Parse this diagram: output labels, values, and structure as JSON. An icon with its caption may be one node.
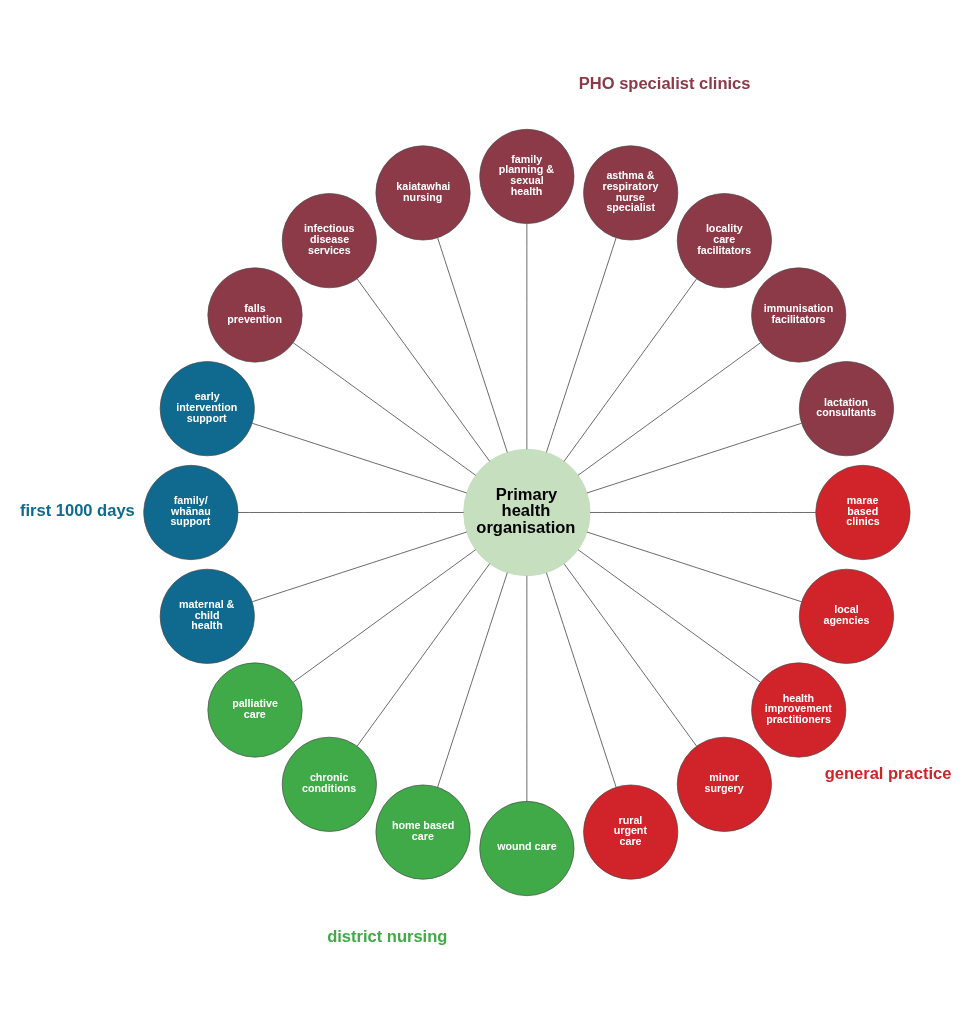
{
  "diagram": {
    "nodes": [
      {
        "text": [
          "Primary health organisation"
        ]
      },
      {
        "text": [
          "family planning & sexual health"
        ]
      },
      {
        "text": [
          "asthma & respiratory nurse specialist"
        ]
      },
      {
        "text": [
          "locality care facilitators"
        ]
      },
      {
        "text": [
          "immunisation facilitators"
        ]
      },
      {
        "text": [
          "lactation consultants"
        ]
      },
      {
        "text": [
          "marae based clinics"
        ]
      },
      {
        "text": [
          "local agencies"
        ]
      },
      {
        "text": [
          "health improvement practitioners"
        ]
      },
      {
        "text": [
          "minor surgery"
        ]
      },
      {
        "text": [
          "rural urgent care"
        ]
      },
      {
        "text": [
          "wound care"
        ]
      },
      {
        "text": [
          "home based care"
        ]
      },
      {
        "text": [
          "chronic conditions"
        ]
      },
      {
        "text": [
          "palliative care"
        ]
      },
      {
        "text": [
          "maternal & child health"
        ]
      },
      {
        "text": [
          "family/ whānau support"
        ]
      },
      {
        "text": [
          "early intervention support"
        ]
      },
      {
        "text": [
          "falls prevention"
        ]
      },
      {
        "text": [
          "infectious disease services"
        ]
      },
      {
        "text": [
          "kaiatawhai nursing"
        ]
      }
    ],
    "edges": [
      {
        "from": 0,
        "to": 1,
        "arrow": "none"
      },
      {
        "from": 0,
        "to": 2,
        "arrow": "none"
      },
      {
        "from": 0,
        "to": 3,
        "arrow": "none"
      },
      {
        "from": 0,
        "to": 4,
        "arrow": "none"
      },
      {
        "from": 0,
        "to": 5,
        "arrow": "none"
      },
      {
        "from": 0,
        "to": 6,
        "arrow": "none"
      },
      {
        "from": 0,
        "to": 7,
        "arrow": "none"
      },
      {
        "from": 0,
        "to": 8,
        "arrow": "none"
      },
      {
        "from": 0,
        "to": 9,
        "arrow": "none"
      },
      {
        "from": 0,
        "to": 10,
        "arrow": "none"
      },
      {
        "from": 0,
        "to": 11,
        "arrow": "none"
      },
      {
        "from": 0,
        "to": 12,
        "arrow": "none"
      },
      {
        "from": 0,
        "to": 13,
        "arrow": "none"
      },
      {
        "from": 0,
        "to": 14,
        "arrow": "none"
      },
      {
        "from": 0,
        "to": 15,
        "arrow": "none"
      },
      {
        "from": 0,
        "to": 16,
        "arrow": "none"
      },
      {
        "from": 0,
        "to": 17,
        "arrow": "none"
      },
      {
        "from": 0,
        "to": 18,
        "arrow": "none"
      },
      {
        "from": 0,
        "to": 19,
        "arrow": "none"
      },
      {
        "from": 0,
        "to": 20,
        "arrow": "none"
      }
    ],
    "labels": [
      "PHO specialist clinics",
      "first 1000 days",
      "general practice",
      "district nursing"
    ]
  }
}
